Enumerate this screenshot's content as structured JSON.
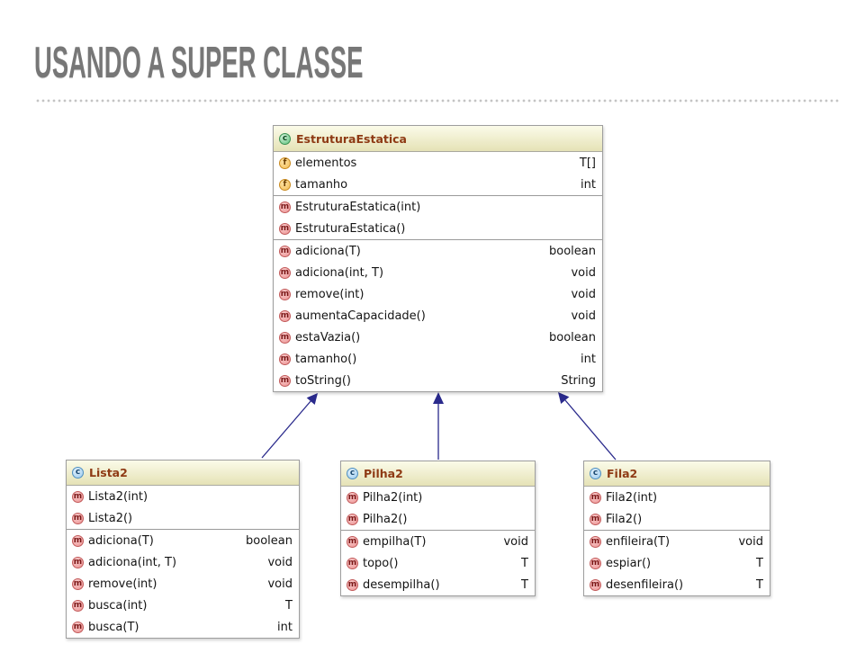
{
  "slide": {
    "title": "USANDO A SUPER CLASSE"
  },
  "icons": {
    "class": {
      "name": "class-icon",
      "letter": "c"
    },
    "field": {
      "name": "field-icon",
      "letter": "f"
    },
    "method": {
      "name": "method-icon",
      "letter": "m"
    }
  },
  "colors": {
    "title": "#777777",
    "separator": "#c4c4c4",
    "class_name": "#8e3a14",
    "header_top": "#fbfbe9",
    "header_bottom": "#e5e2b6",
    "box_border": "#9e9e9e",
    "arrow": "#2a2a8c",
    "superclass_icon": "#5cbf7a",
    "class_icon": "#9ccbee",
    "field_icon": "#f3bd55",
    "method_icon": "#ec9292"
  },
  "diagram": {
    "classes": [
      {
        "name": "EstruturaEstatica",
        "fields": [
          {
            "name": "elementos",
            "type": "T[]"
          },
          {
            "name": "tamanho",
            "type": "int"
          }
        ],
        "constructors": [
          {
            "name": "EstruturaEstatica(int)"
          },
          {
            "name": "EstruturaEstatica()"
          }
        ],
        "methods": [
          {
            "name": "adiciona(T)",
            "type": "boolean"
          },
          {
            "name": "adiciona(int, T)",
            "type": "void"
          },
          {
            "name": "remove(int)",
            "type": "void"
          },
          {
            "name": "aumentaCapacidade()",
            "type": "void"
          },
          {
            "name": "estaVazia()",
            "type": "boolean"
          },
          {
            "name": "tamanho()",
            "type": "int"
          },
          {
            "name": "toString()",
            "type": "String"
          }
        ]
      },
      {
        "name": "Lista2",
        "constructors": [
          {
            "name": "Lista2(int)"
          },
          {
            "name": "Lista2()"
          }
        ],
        "methods": [
          {
            "name": "adiciona(T)",
            "type": "boolean"
          },
          {
            "name": "adiciona(int, T)",
            "type": "void"
          },
          {
            "name": "remove(int)",
            "type": "void"
          },
          {
            "name": "busca(int)",
            "type": "T"
          },
          {
            "name": "busca(T)",
            "type": "int"
          }
        ]
      },
      {
        "name": "Pilha2",
        "constructors": [
          {
            "name": "Pilha2(int)"
          },
          {
            "name": "Pilha2()"
          }
        ],
        "methods": [
          {
            "name": "empilha(T)",
            "type": "void"
          },
          {
            "name": "topo()",
            "type": "T"
          },
          {
            "name": "desempilha()",
            "type": "T"
          }
        ]
      },
      {
        "name": "Fila2",
        "constructors": [
          {
            "name": "Fila2(int)"
          },
          {
            "name": "Fila2()"
          }
        ],
        "methods": [
          {
            "name": "enfileira(T)",
            "type": "void"
          },
          {
            "name": "espiar()",
            "type": "T"
          },
          {
            "name": "desenfileira()",
            "type": "T"
          }
        ]
      }
    ]
  }
}
